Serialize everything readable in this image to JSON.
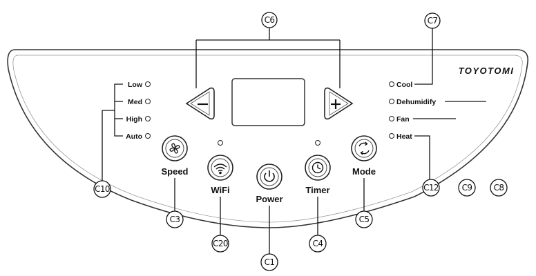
{
  "brand": "TOYOTOMI",
  "callouts": {
    "c1": "C1",
    "c3": "C3",
    "c4": "C4",
    "c5": "C5",
    "c6": "C6",
    "c7": "C7",
    "c8": "C8",
    "c9": "C9",
    "c10": "C10",
    "c12": "C12",
    "c20": "C20"
  },
  "speed_levels": [
    "Low",
    "Med",
    "High",
    "Auto"
  ],
  "modes": [
    "Cool",
    "Dehumidify",
    "Fan",
    "Heat"
  ],
  "buttons": {
    "speed": "Speed",
    "wifi": "WiFi",
    "power": "Power",
    "timer": "Timer",
    "mode": "Mode"
  },
  "icons": {
    "minus": "minus-icon",
    "plus": "plus-icon",
    "fan": "fan-icon",
    "wifi": "wifi-icon",
    "power": "power-icon",
    "clock": "clock-icon",
    "mode": "mode-cycle-icon"
  }
}
